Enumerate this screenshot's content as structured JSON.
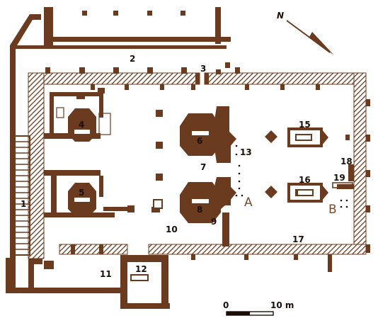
{
  "colors": {
    "wall": "#6b3b1f",
    "hatch": "#6b3b1f",
    "ink": "#1a0f08",
    "label_ab": "#7a4a2a",
    "background": "#ffffff"
  },
  "north": "N",
  "room_labels": {
    "r1": "1",
    "r2": "2",
    "r3": "3",
    "r4": "4",
    "r5": "5",
    "r6": "6",
    "r7": "7",
    "r8": "8",
    "r9": "9",
    "r10": "10",
    "r11": "11",
    "r12": "12",
    "r13": "13",
    "r15": "15",
    "r16": "16",
    "r17": "17",
    "r18": "18",
    "r19": "19"
  },
  "point_labels": {
    "a": "A",
    "b": "B"
  },
  "scale": {
    "start": "0",
    "end": "10 m"
  }
}
